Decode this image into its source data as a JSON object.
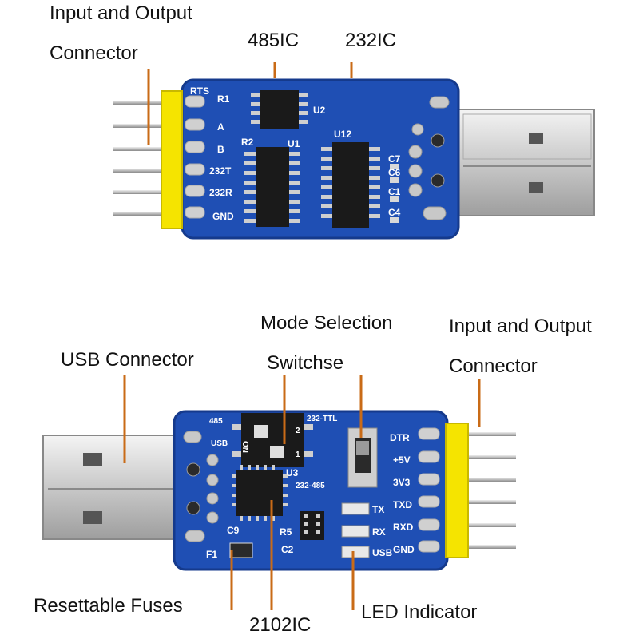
{
  "callouts": {
    "top_io_connector_line1": "Input and Output",
    "top_io_connector_line2": "Connector",
    "ic_485": "485IC",
    "ic_232": "232IC",
    "mode_selection_line1": "Mode Selection",
    "mode_selection_line2": "Switchse",
    "bottom_io_connector_line1": "Input and Output",
    "bottom_io_connector_line2": "Connector",
    "usb_connector": "USB Connector",
    "resettable_fuses": "Resettable Fuses",
    "ic_2102": "2102IC",
    "led_indicator": "LED Indicator"
  },
  "top_board": {
    "pin_labels": [
      "RTS",
      "A",
      "B",
      "232T",
      "232R",
      "GND"
    ],
    "designators": {
      "r1": "R1",
      "r2": "R2",
      "u1": "U1",
      "u2": "U2",
      "u12": "U12",
      "c7": "C7",
      "c6": "C6",
      "c1": "C1",
      "c4": "C4"
    }
  },
  "bottom_board": {
    "pin_labels": [
      "DTR",
      "+5V",
      "3V3",
      "TXD",
      "RXD",
      "GND"
    ],
    "switch_labels": {
      "s485": "485",
      "usb": "USB",
      "ttl": "232-TTL",
      "s232_485": "232-485",
      "on": "ON",
      "one": "1",
      "two": "2"
    },
    "led_labels": [
      "TX",
      "RX",
      "USB"
    ],
    "designators": {
      "u3": "U3",
      "r5": "R5",
      "c9": "C9",
      "c2": "C2",
      "f1": "F1"
    }
  },
  "colors": {
    "pcb_blue": "#1f4fb4",
    "pcb_edge": "#153a8c",
    "header_yellow": "#f5e400",
    "callout_line": "#c96b17"
  }
}
